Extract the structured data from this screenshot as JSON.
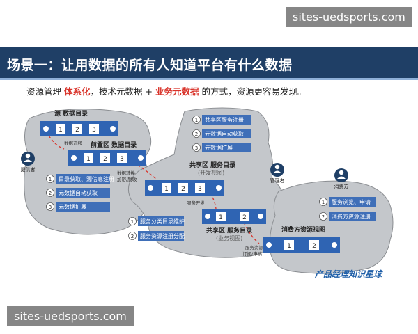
{
  "watermark": "sites-uedsports.com",
  "title": "场景一：让用数据的所有人知道平台有什么数据",
  "subtitle": {
    "part1": "资源管理",
    "part2": "体系化",
    "part3": "，技术元数据 + ",
    "part4": "业务元数据",
    "part5": "的方式，资源更容易发现。"
  },
  "blocks": {
    "source": "源 数据目录",
    "front": "前置区 数据目录",
    "shared_dev": "共享区 服务目录",
    "shared_dev_sub": "(开发视图)",
    "shared_biz": "共享区 服务目录",
    "shared_biz_sub": "(业务视图)",
    "consumer": "消费方资源视图"
  },
  "boxes": {
    "source": [
      "1",
      "2",
      "3"
    ],
    "front": [
      "1",
      "2",
      "3"
    ],
    "shared_dev": [
      "1",
      "2",
      "3"
    ],
    "shared_biz": [
      "1",
      "2"
    ],
    "consumer": [
      "1",
      "2"
    ]
  },
  "transitions": {
    "data_migration": "数据迁移",
    "data_transform": "数据转换",
    "data_transform2": "加密/脱敏",
    "service_dev": "服务开发",
    "service_apply": "服务资源",
    "service_apply2": "订阅/申请"
  },
  "roles": {
    "provider": "提供者",
    "manager": "管理者",
    "consumer": "消费方"
  },
  "provider_steps": [
    "目录获取、源信息注册",
    "元数据自动获取",
    "元数据扩展"
  ],
  "manager_top_steps": [
    "共享区服务注册",
    "元数据自动获取",
    "元数据扩展"
  ],
  "manager_bottom_steps": [
    "服务分类目录维护",
    "服务资源注册分配"
  ],
  "consumer_steps": [
    "服务浏览、申请",
    "消费方资源注册"
  ],
  "logo": {
    "text": "产品经理知识星球",
    "accent": "#e07a1f"
  },
  "colors": {
    "navy": "#1f3f66",
    "box": "#2f64b3",
    "bubble": "#3f6fb8",
    "accent_red": "#d9342b",
    "cloud": "#c4c7cb"
  }
}
